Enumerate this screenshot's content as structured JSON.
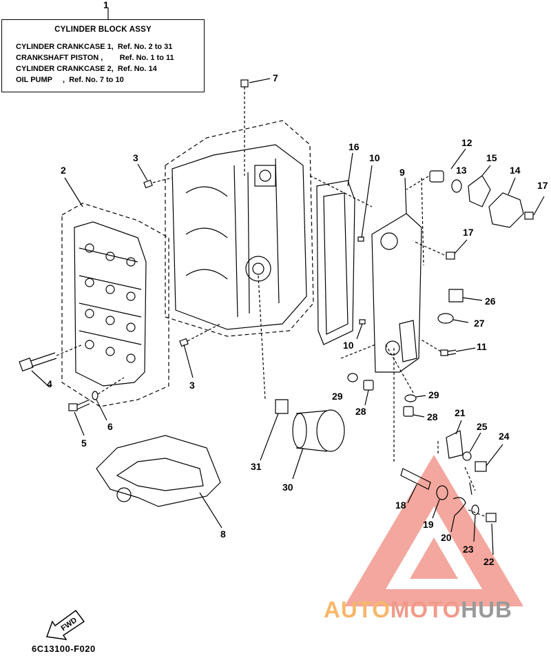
{
  "legend": {
    "callout": "1",
    "title": "CYLINDER BLOCK ASSY",
    "lines": [
      "CYLINDER CRANKCASE 1,  Ref. No. 2 to 31",
      "CRANKSHAFT PISTON ,        Ref. No. 1 to 11",
      "CYLINDER CRANKCASE 2,  Ref. No. 14",
      "OIL PUMP     ,  Ref. No. 7 to 10"
    ]
  },
  "callouts": [
    "2",
    "3",
    "3",
    "4",
    "5",
    "6",
    "7",
    "8",
    "9",
    "10",
    "10",
    "11",
    "12",
    "13",
    "14",
    "15",
    "16",
    "17",
    "17",
    "18",
    "19",
    "20",
    "21",
    "22",
    "23",
    "24",
    "25",
    "26",
    "27",
    "28",
    "28",
    "29",
    "29",
    "30",
    "31"
  ],
  "fwd_label": "FWD",
  "footer_code": "6C13100-F020",
  "watermark": {
    "part1": "AUTO",
    "part2": "MOTO",
    "part3": "HUB",
    "colors": {
      "auto": "#f7b76a",
      "moto": "#f19a8a",
      "hub": "#9a9a9a",
      "triangle": "#f08a7e"
    }
  }
}
